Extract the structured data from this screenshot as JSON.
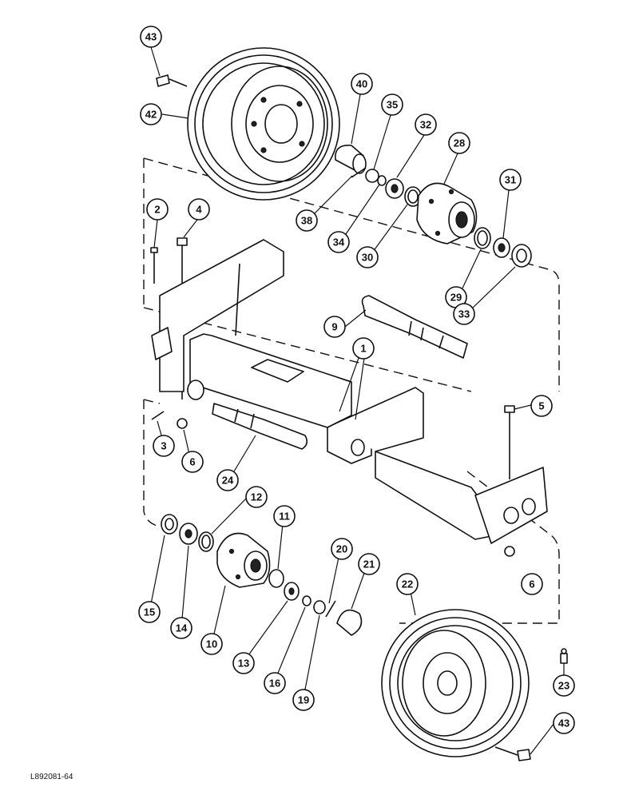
{
  "drawing_number": "L892081-64",
  "callouts": [
    "43",
    "42",
    "40",
    "35",
    "32",
    "28",
    "31",
    "2",
    "4",
    "38",
    "34",
    "30",
    "29",
    "33",
    "9",
    "1",
    "5",
    "3",
    "6",
    "24",
    "12",
    "11",
    "20",
    "21",
    "22",
    "15",
    "14",
    "10",
    "13",
    "16",
    "19",
    "23"
  ]
}
